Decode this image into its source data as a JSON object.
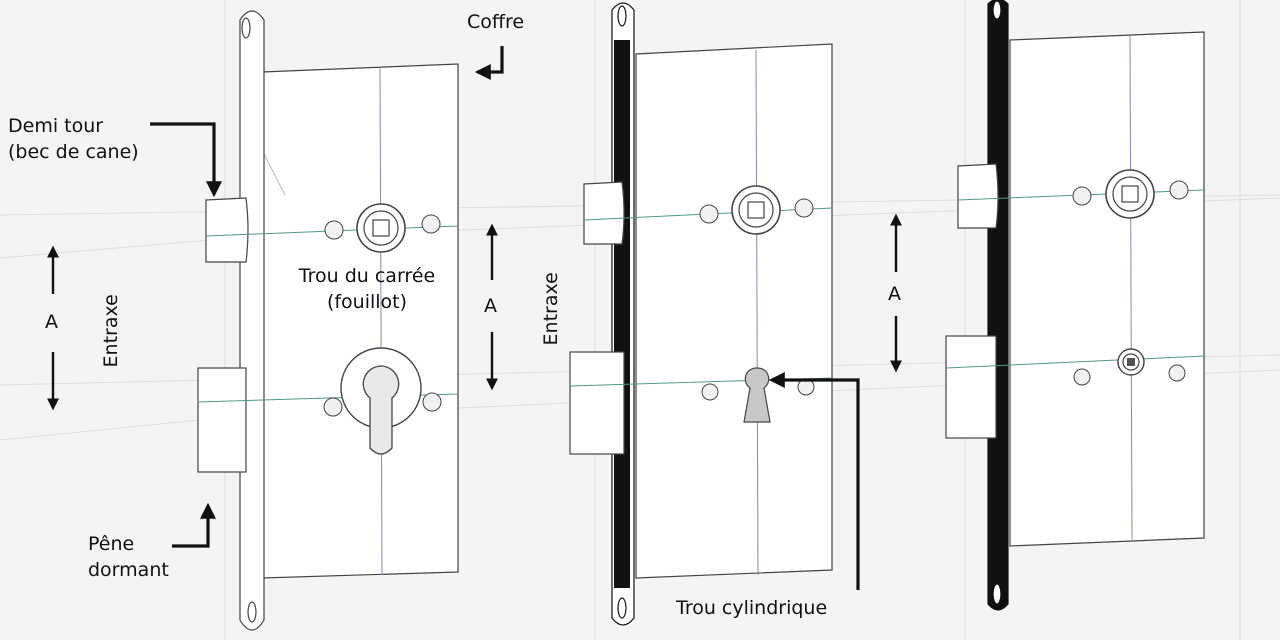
{
  "labels": {
    "coffre": "Coffre",
    "demi_tour_1": "Demi tour",
    "demi_tour_2": "(bec de cane)",
    "trou_carree_1": "Trou du carrée",
    "trou_carree_2": "(fouillot)",
    "pene_1": "Pêne",
    "pene_2": "dormant",
    "entraxe_left": "Entraxe",
    "entraxe_middle": "Entraxe",
    "a_left": "A",
    "a_middle": "A",
    "a_right": "A",
    "trou_cylindrique": "Trou cylindrique"
  },
  "colors": {
    "background": "#f4f4f4",
    "outline": "#444444",
    "guide_line": "#4f9a7c",
    "faceplate_dark": "#111111",
    "arrow": "#111111"
  }
}
